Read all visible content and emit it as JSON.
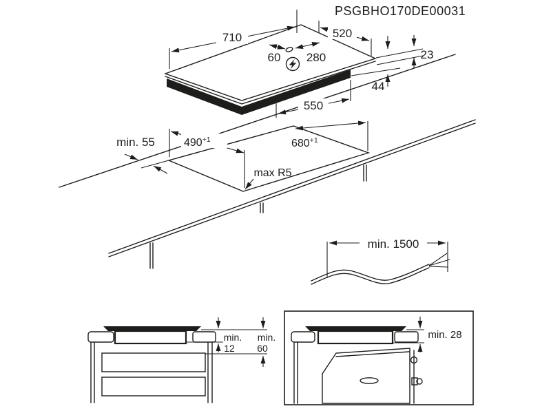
{
  "title": "PSGBHO170DE00031",
  "colors": {
    "line": "#1d1d1b",
    "background": "#ffffff"
  },
  "icons": {
    "power_connection": "lightning-bolt-icon",
    "cable": "mains-cable-illustration"
  },
  "hob_iso": {
    "width": "710",
    "depth": "520",
    "cable_pos_left": "60",
    "cable_pos_right": "280",
    "height_above_worktop": "23",
    "height_total": "44",
    "casing_width": "550"
  },
  "worktop_cutout": {
    "rear_clearance": "min. 55",
    "depth": "490",
    "depth_tolerance": "+1",
    "width": "680",
    "width_tolerance": "+1",
    "corner_radius": "max R5"
  },
  "power_cable": {
    "length": "min. 1500"
  },
  "section_drawer": {
    "min_label_1": "min.",
    "gap_below_worktop": "12",
    "min_label_2": "min.",
    "gap_to_drawer": "60"
  },
  "section_oven": {
    "clearance": "min. 28"
  }
}
